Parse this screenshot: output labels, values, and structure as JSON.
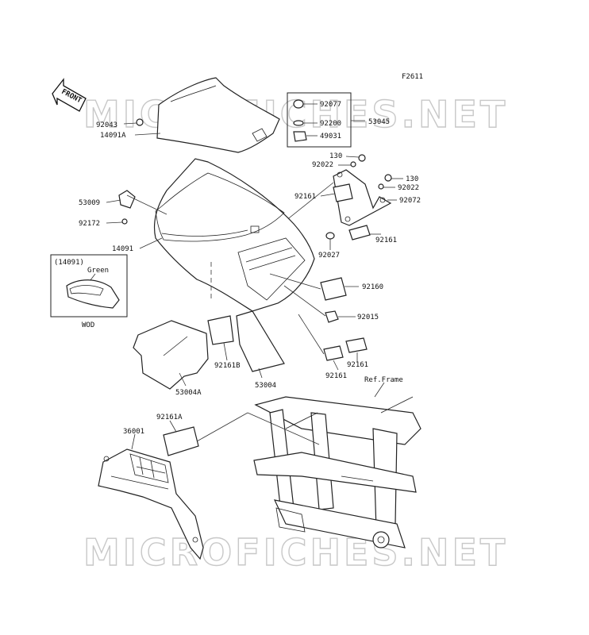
{
  "figure_code": "F2611",
  "front_arrow": "FRONT",
  "watermark": "MICROFICHES.NET",
  "ref_frame": "Ref.Frame",
  "inset": {
    "ref": "(14091)",
    "color": "Green",
    "caption": "WOD"
  },
  "parts": {
    "p92043": "92043",
    "p14091A": "14091A",
    "p92077": "92077",
    "p92200": "92200",
    "p49031": "49031",
    "p53045": "53045",
    "p130a": "130",
    "p92022a": "92022",
    "p130b": "130",
    "p92022b": "92022",
    "p92072": "92072",
    "p53009": "53009",
    "p92172": "92172",
    "p92161a": "92161",
    "p92161b": "92161",
    "p14091": "14091",
    "p92027": "92027",
    "p92160": "92160",
    "p92015": "92015",
    "p92161B": "92161B",
    "p53004": "53004",
    "p92161c": "92161",
    "p92161d": "92161",
    "p53004A": "53004A",
    "p92161A": "92161A",
    "p36001": "36001"
  }
}
